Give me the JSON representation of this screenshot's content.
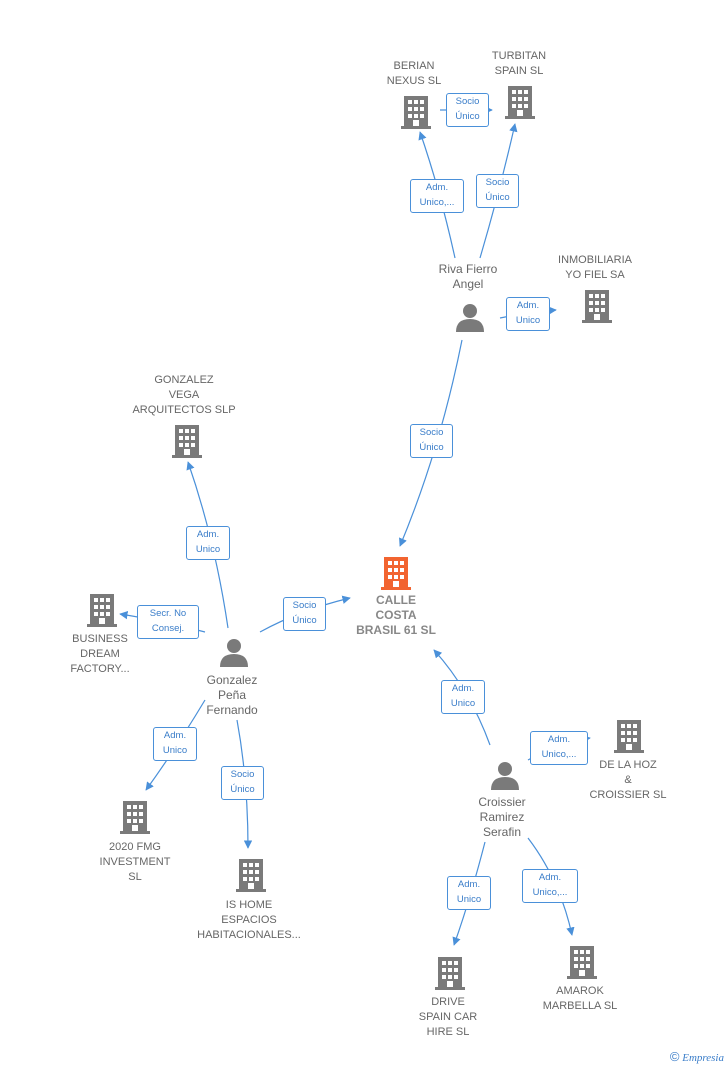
{
  "colors": {
    "edge": "#4a90d9",
    "building": "#7a7a7a",
    "building_main": "#f26430",
    "person": "#7a7a7a"
  },
  "nodes": {
    "calle_costa": "CALLE\nCOSTA\nBRASIL 61  SL",
    "riva_fierro": "Riva Fierro\nAngel",
    "gonzalez_pena": "Gonzalez\nPeña\nFernando",
    "croissier": "Croissier\nRamirez\nSerafin",
    "berian": "BERIAN\nNEXUS  SL",
    "turbitan": "TURBITAN\nSPAIN  SL",
    "inmobiliaria": "INMOBILIARIA\nYO FIEL SA",
    "gonzalez_vega": "GONZALEZ\nVEGA\nARQUITECTOS SLP",
    "business_dream": "BUSINESS\nDREAM\nFACTORY...",
    "fmg": "2020 FMG\nINVESTMENT\nSL",
    "is_home": "IS HOME\nESPACIOS\nHABITACIONALES...",
    "de_la_hoz": "DE LA HOZ\n&\nCROISSIER SL",
    "drive_spain": "DRIVE\nSPAIN CAR\nHIRE  SL",
    "amarok": "AMAROK\nMARBELLA  SL"
  },
  "edges": {
    "riva_berian": "Adm.\nUnico,...",
    "riva_turbitan": "Socio\nÚnico",
    "berian_turbitan": "Socio\nÚnico",
    "riva_inmobiliaria": "Adm.\nUnico",
    "riva_calle": "Socio\nÚnico",
    "gonzalez_vega": "Adm.\nUnico",
    "gonzalez_business": "Secr.  No\nConsej.",
    "gonzalez_calle": "Socio\nÚnico",
    "gonzalez_fmg": "Adm.\nUnico",
    "gonzalez_ishome": "Socio\nÚnico",
    "croissier_calle": "Adm.\nUnico",
    "croissier_delahoz": "Adm.\nUnico,...",
    "croissier_drive": "Adm.\nUnico",
    "croissier_amarok": "Adm.\nUnico,..."
  },
  "footer": {
    "copyright": "©",
    "brand": "Empresia"
  }
}
